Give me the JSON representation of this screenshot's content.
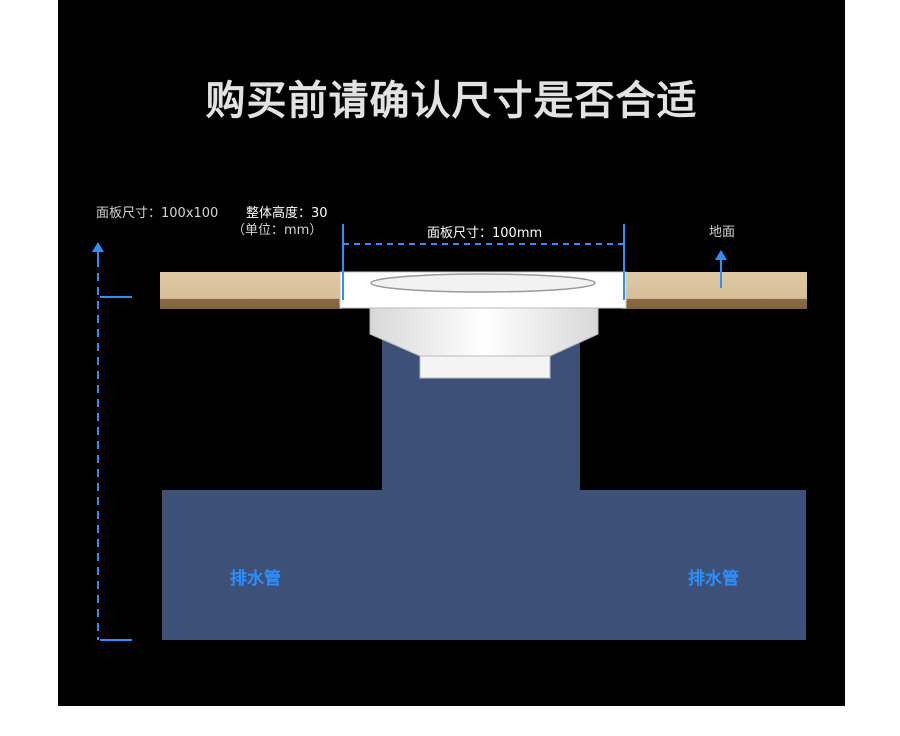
{
  "title": "购买前请确认尺寸是否合适",
  "labels": {
    "panel_size_left": "面板尺寸：100x100",
    "overall_height": "整体高度：30",
    "unit": "（单位：mm）",
    "panel_size_top": "面板尺寸：100mm",
    "floor": "地面",
    "drain_pipe_left": "排水管",
    "drain_pipe_right": "排水管"
  },
  "colors": {
    "background": "#000000",
    "floor_top": "#d9c39e",
    "floor_bottom": "#8a6c4b",
    "pipe": "#3d5078",
    "dimension_line": "#2f8fff",
    "drain_body": "#f4f4f4"
  }
}
